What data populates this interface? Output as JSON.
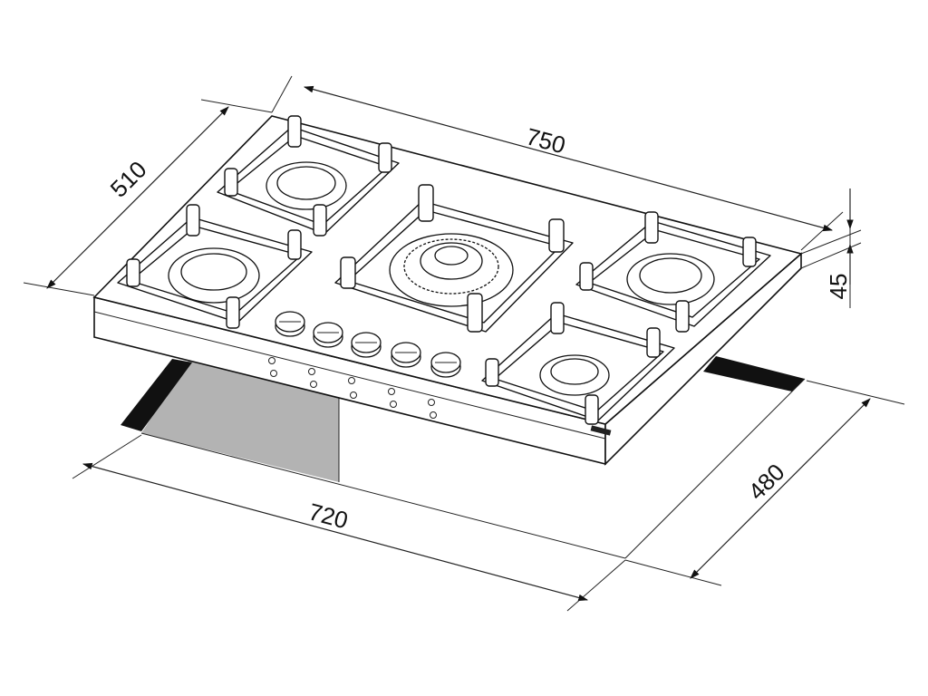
{
  "dimensions": {
    "width_top": "750",
    "depth_top": "510",
    "height": "45",
    "cutout_width": "720",
    "cutout_depth": "480"
  },
  "colors": {
    "line": "#222222",
    "cutout_shade": "#b3b3b3",
    "cutout_edge": "#111111"
  },
  "hob": {
    "burner_count": 5,
    "knob_count": 5
  }
}
